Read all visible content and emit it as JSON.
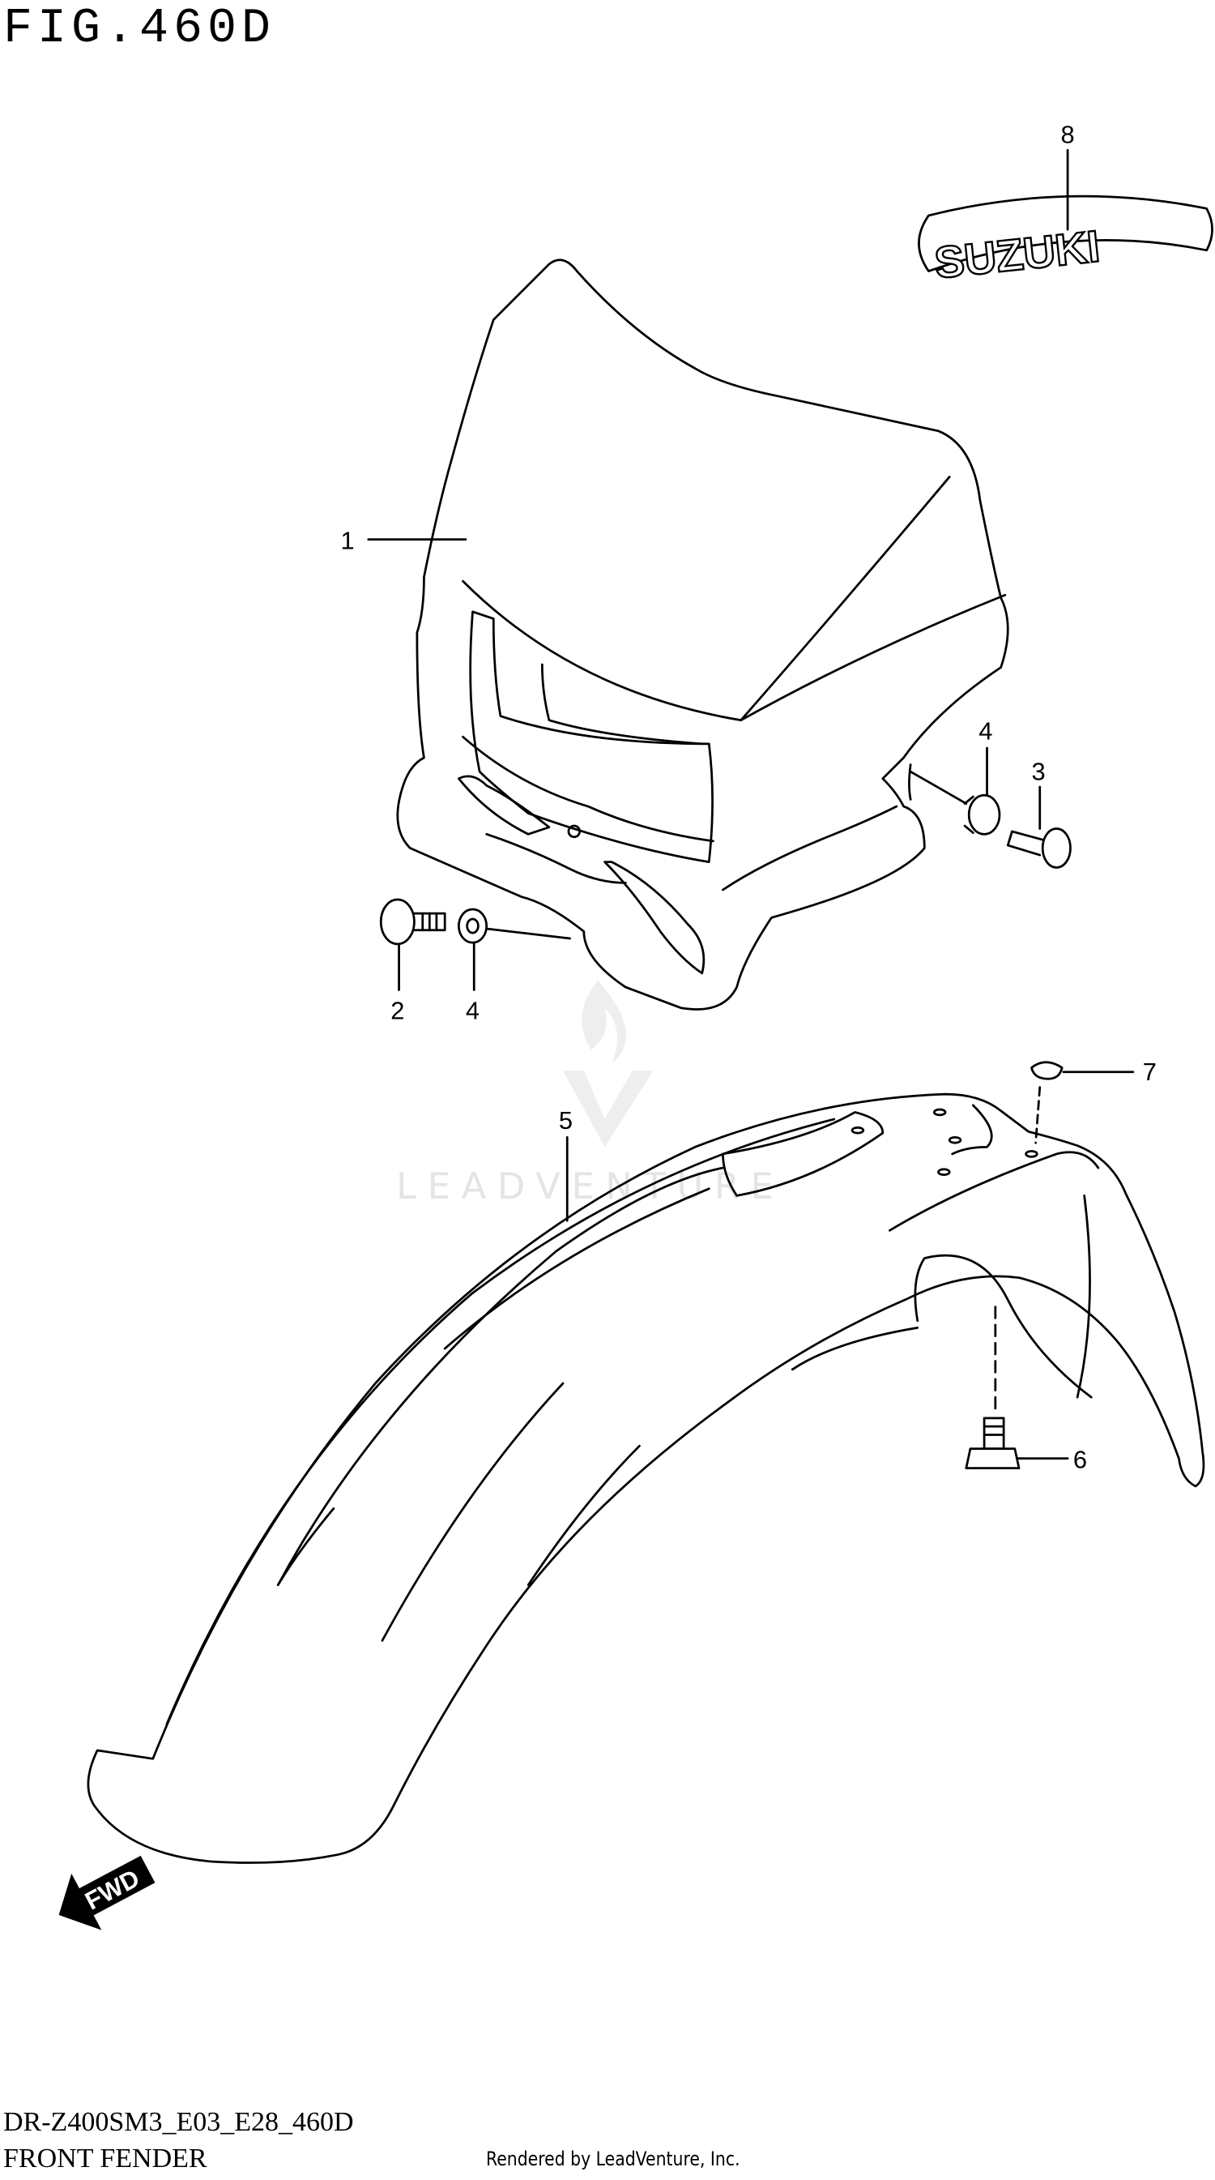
{
  "figure": {
    "title": "FIG.460D",
    "diagram_code": "DR-Z400SM3_E03_E28_460D",
    "section_name": "FRONT FENDER",
    "credit": "Rendered by LeadVenture, Inc.",
    "watermark": "LEADVENTURE",
    "decal_text": "SUZUKI",
    "direction_label": "FWD"
  },
  "callouts": [
    {
      "label": "1",
      "part": "headlight-cover"
    },
    {
      "label": "2",
      "part": "screw"
    },
    {
      "label": "3",
      "part": "screw"
    },
    {
      "label": "4",
      "part": "nut"
    },
    {
      "label": "4",
      "part": "nut"
    },
    {
      "label": "5",
      "part": "front-fender"
    },
    {
      "label": "6",
      "part": "bolt"
    },
    {
      "label": "7",
      "part": "nut"
    },
    {
      "label": "8",
      "part": "emblem"
    }
  ]
}
